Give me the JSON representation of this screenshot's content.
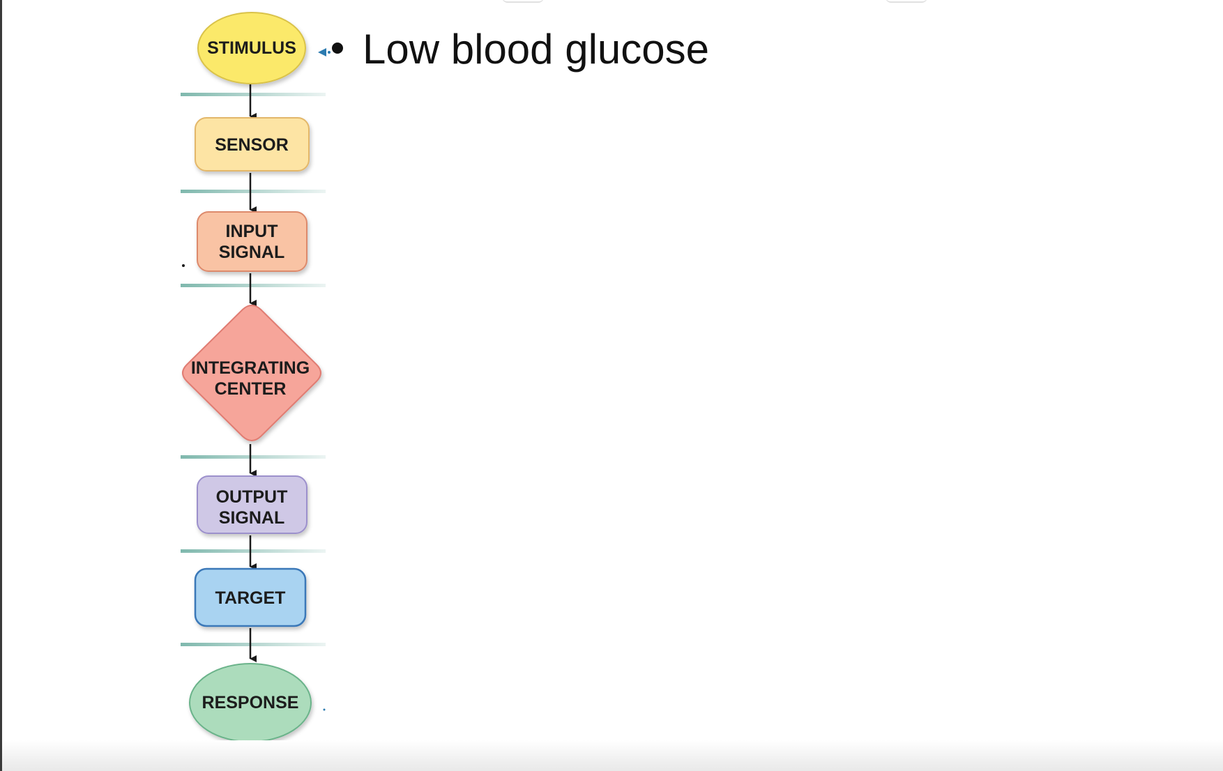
{
  "flowchart": {
    "steps": [
      {
        "id": "stimulus",
        "lines": [
          "STIMULUS"
        ],
        "shape": "ellipse",
        "fill": "#fbe96a",
        "stroke": "#d9c24a"
      },
      {
        "id": "sensor",
        "lines": [
          "SENSOR"
        ],
        "shape": "rounded-rect",
        "fill": "#fde4a4",
        "stroke": "#e3b76a"
      },
      {
        "id": "input-signal",
        "lines": [
          "INPUT",
          "SIGNAL"
        ],
        "shape": "rounded-rect",
        "fill": "#f9c3a4",
        "stroke": "#dd8a6c"
      },
      {
        "id": "integrating-center",
        "lines": [
          "INTEGRATING",
          "CENTER"
        ],
        "shape": "diamond",
        "fill": "#f6a59a",
        "stroke": "#e07b72"
      },
      {
        "id": "output-signal",
        "lines": [
          "OUTPUT",
          "SIGNAL"
        ],
        "shape": "rounded-rect",
        "fill": "#cfc8e6",
        "stroke": "#9c90cc"
      },
      {
        "id": "target",
        "lines": [
          "TARGET"
        ],
        "shape": "rounded-rect",
        "fill": "#a9d3f1",
        "stroke": "#3b78b8"
      },
      {
        "id": "response",
        "lines": [
          "RESPONSE"
        ],
        "shape": "ellipse",
        "fill": "#acdcbc",
        "stroke": "#6bb38a"
      }
    ],
    "divider_color": "#7fb8ad",
    "arrow_color": "#1a1a1a",
    "pointer_color": "#2c7bb0"
  },
  "notes": {
    "bullet": "Low blood glucose"
  }
}
